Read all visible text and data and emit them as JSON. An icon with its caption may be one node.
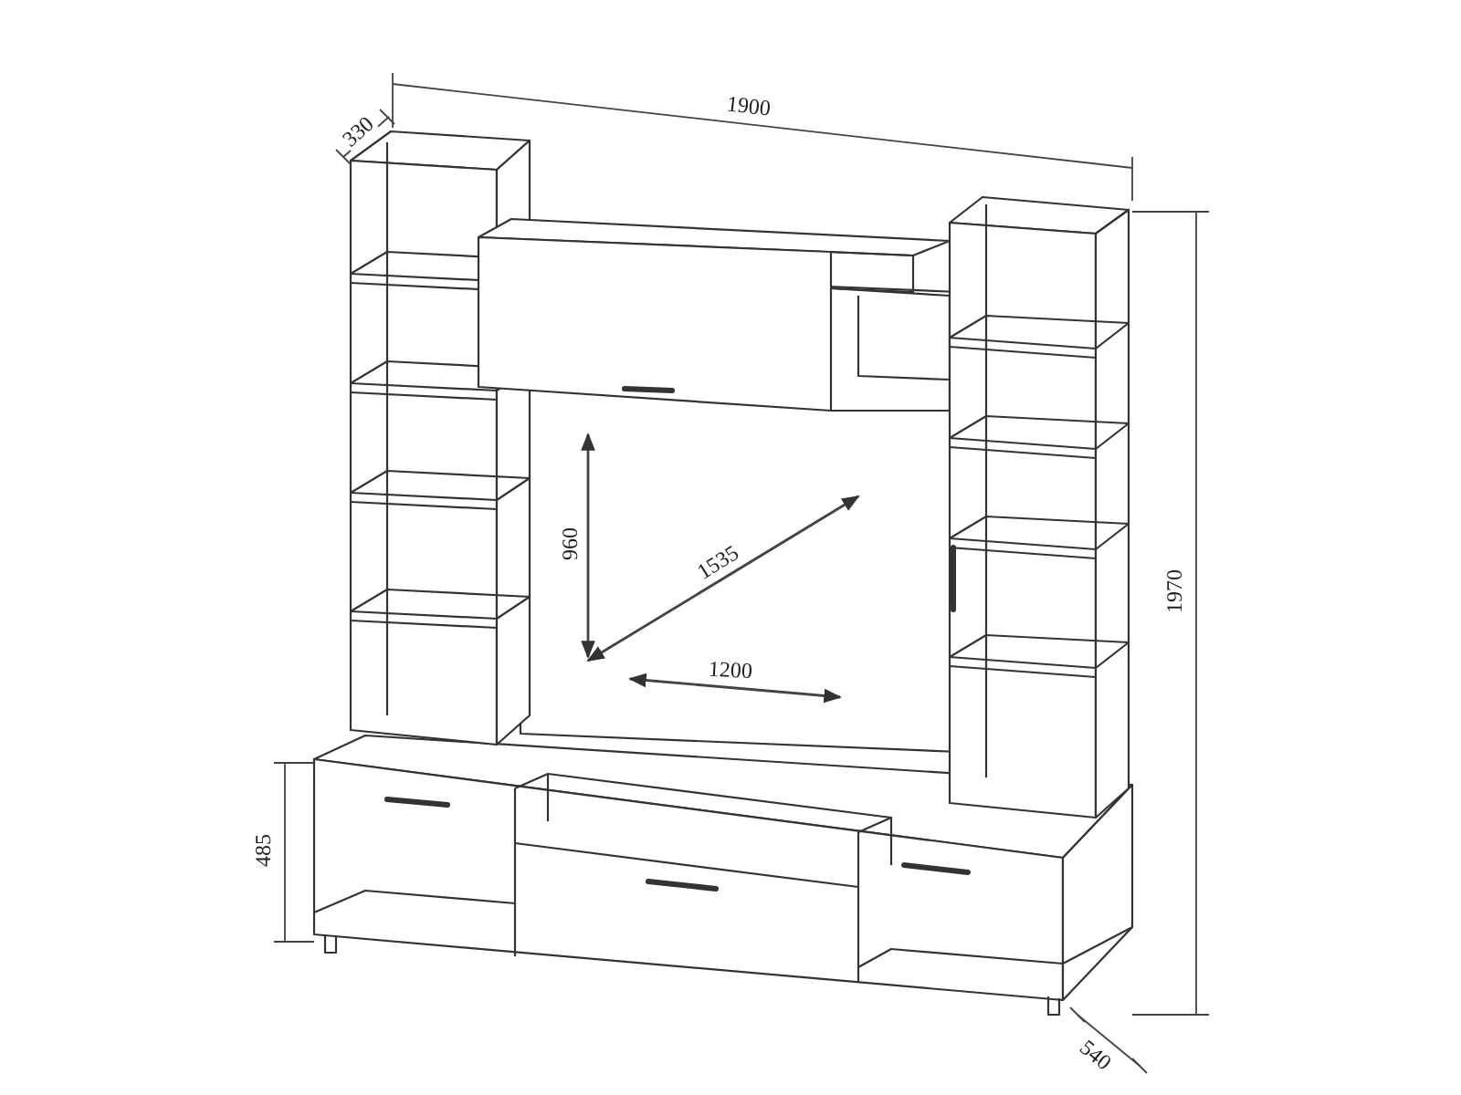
{
  "diagram": {
    "labels": [
      "1900",
      "330",
      "960",
      "1535",
      "1200",
      "1970",
      "485",
      "540"
    ]
  }
}
